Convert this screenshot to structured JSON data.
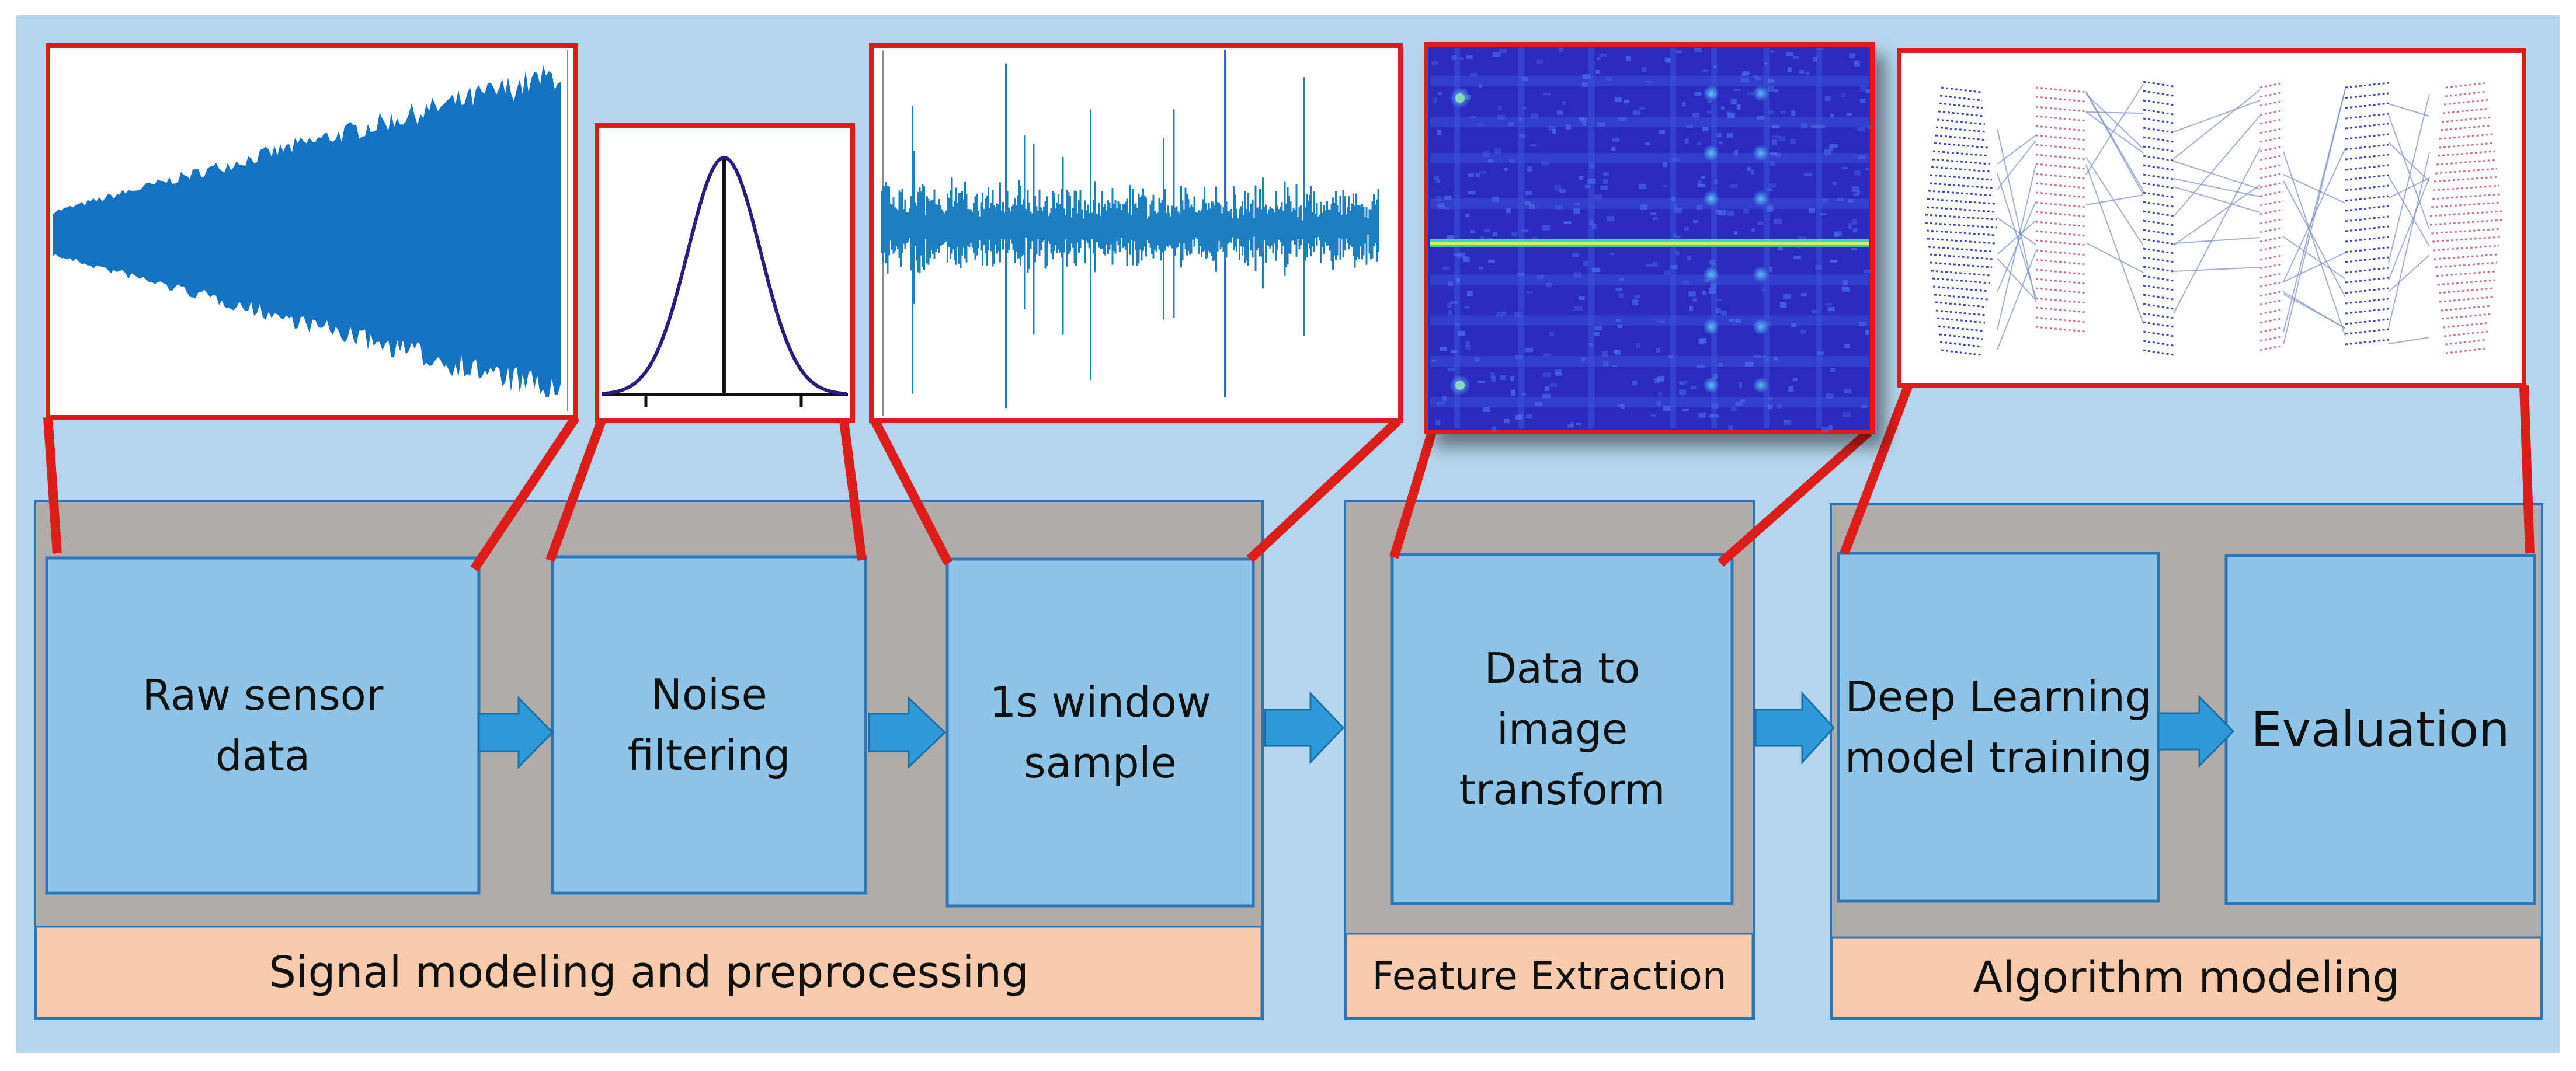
{
  "colors": {
    "background": "#b4d6ec",
    "group_fill": "#b1acaa",
    "group_border": "#2e75b6",
    "step_fill": "#8ec4e8",
    "step_border": "#2e75b6",
    "band_fill": "#f8cbad",
    "arrow": "#2e9ad8",
    "zoom_red": "#dd1c1c",
    "signal_blue": "#1673c4",
    "gaussian": "#2e1a80",
    "heatmap_bg": "#2b2bc0"
  },
  "groups": [
    {
      "band_label": "Signal modeling and preprocessing"
    },
    {
      "band_label": "Feature Extraction"
    },
    {
      "band_label": "Algorithm modeling"
    }
  ],
  "steps": [
    {
      "label": "Raw sensor\ndata",
      "thumbnail": "growing-waveform-plot"
    },
    {
      "label": "Noise\nfiltering",
      "thumbnail": "gaussian-curve-plot"
    },
    {
      "label": "1s window\nsample",
      "thumbnail": "spiky-waveform-plot"
    },
    {
      "label": "Data to\nimage\ntransform",
      "thumbnail": "heatmap-image"
    },
    {
      "label": "Deep Learning\nmodel training",
      "thumbnail": "neural-network-diagram"
    },
    {
      "label": "Evaluation"
    }
  ],
  "arrows": [
    "arrow-right-icon",
    "arrow-right-icon",
    "arrow-right-icon",
    "arrow-right-icon",
    "arrow-right-icon"
  ]
}
